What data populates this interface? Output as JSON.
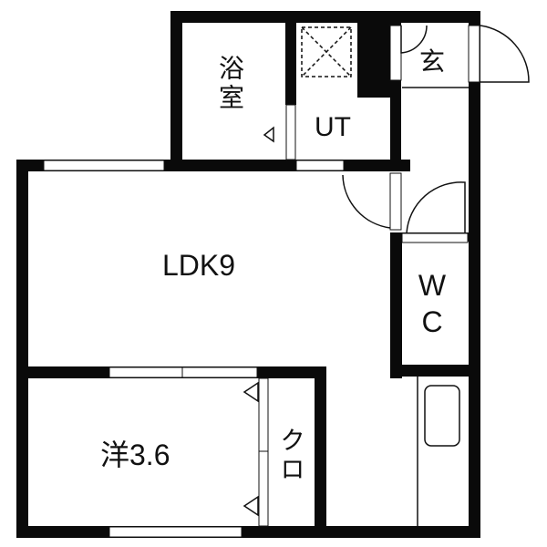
{
  "plan": {
    "rooms": [
      {
        "id": "bath",
        "label": "浴室"
      },
      {
        "id": "utility",
        "label": "UT"
      },
      {
        "id": "entrance",
        "label": "玄"
      },
      {
        "id": "ldk",
        "label": "LDK9"
      },
      {
        "id": "wc",
        "label": "WC"
      },
      {
        "id": "western",
        "label": "洋3.6"
      },
      {
        "id": "closet",
        "label": "クロ"
      }
    ],
    "colors": {
      "wall": "#0a0a0a",
      "background": "#ffffff",
      "line": "#111111"
    }
  }
}
